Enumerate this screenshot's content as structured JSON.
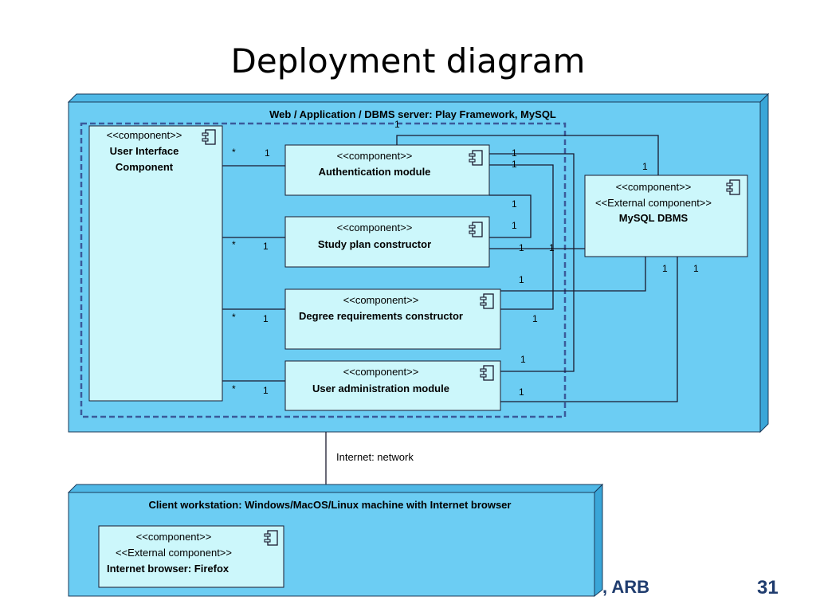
{
  "slide": {
    "title": "Deployment diagram",
    "footer": ", ARB",
    "page_number": "31"
  },
  "colors": {
    "node_fill": "#6ccdf3",
    "component_fill": "#ccf7fb",
    "title_color": "#1f3c6e"
  },
  "server_node": {
    "title": "Web / Application / DBMS server: Play Framework, MySQL"
  },
  "client_node": {
    "title": "Client workstation: Windows/MacOS/Linux machine with Internet browser"
  },
  "network_link": {
    "label": "Internet: network"
  },
  "components": {
    "ui": {
      "stereotype": "<<component>>",
      "name_line1": "User Interface",
      "name_line2": "Component"
    },
    "auth": {
      "stereotype": "<<component>>",
      "name": "Authentication module"
    },
    "study": {
      "stereotype": "<<component>>",
      "name": "Study plan constructor"
    },
    "degree": {
      "stereotype": "<<component>>",
      "name": "Degree requirements constructor"
    },
    "admin": {
      "stereotype": "<<component>>",
      "name": "User administration module"
    },
    "mysql": {
      "stereotype": "<<component>>",
      "stereotype2": "<<External component>>",
      "name": "MySQL DBMS"
    },
    "browser": {
      "stereotype": "<<component>>",
      "stereotype2": "<<External component>>",
      "name": "Internet browser: Firefox"
    }
  },
  "multiplicities": {
    "star": "*",
    "one": "1"
  },
  "icons": {
    "component": "component-icon"
  }
}
